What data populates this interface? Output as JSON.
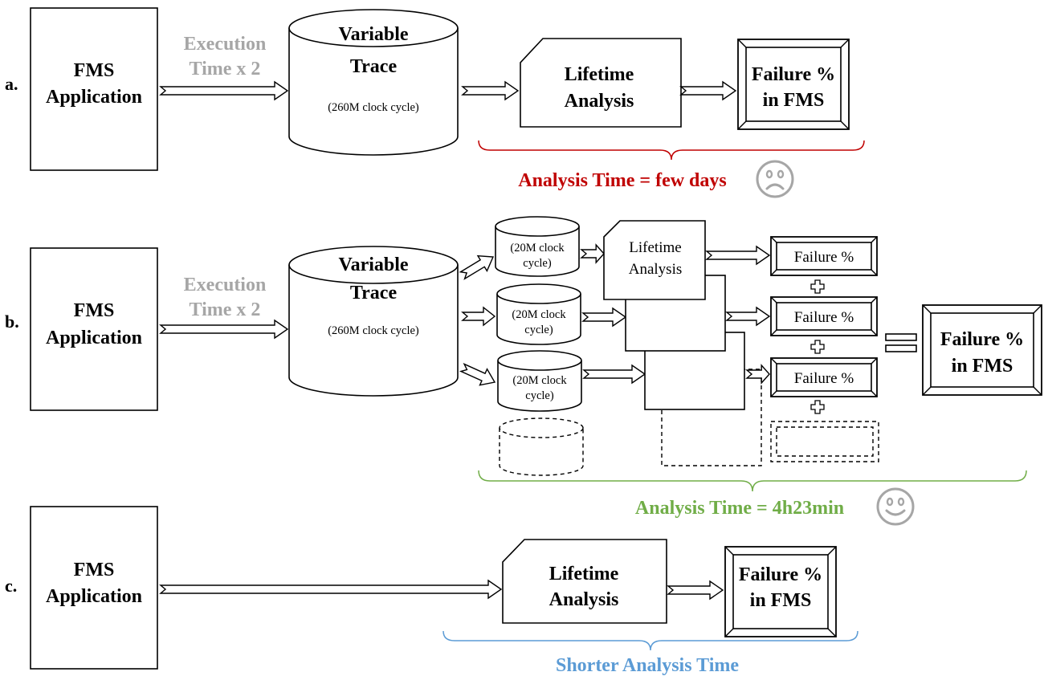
{
  "colors": {
    "ink": "#000000",
    "muted_gray": "#a6a6a6",
    "red": "#c00000",
    "green": "#70ad47",
    "blue": "#5b9bd5",
    "face_gray": "#a6a6a6"
  },
  "icons": {
    "sad": "sad-face-icon",
    "smile": "smiley-face-icon",
    "plus": "plus-icon",
    "equals": "equals-icon",
    "arrow": "block-arrow-icon"
  },
  "row_a": {
    "marker": "a.",
    "app": [
      "FMS",
      "Application"
    ],
    "execution": [
      "Execution",
      "Time x 2"
    ],
    "trace_title": [
      "Variable",
      "Trace"
    ],
    "trace_size": "(260M clock cycle)",
    "lifetime": [
      "Lifetime",
      "Analysis"
    ],
    "failure": [
      "Failure %",
      "in FMS"
    ],
    "analysis_time": "Analysis Time = few days"
  },
  "row_b": {
    "marker": "b.",
    "app": [
      "FMS",
      "Application"
    ],
    "execution": [
      "Execution",
      "Time x 2"
    ],
    "trace_title": [
      "Variable",
      "Trace"
    ],
    "trace_size": "(260M clock cycle)",
    "chunk": [
      "(20M clock",
      "cycle)"
    ],
    "lifetime": [
      "Lifetime",
      "Analysis"
    ],
    "failure_partial": "Failure %",
    "failure_total": [
      "Failure %",
      "in FMS"
    ],
    "analysis_time": "Analysis Time = 4h23min"
  },
  "row_c": {
    "marker": "c.",
    "app": [
      "FMS",
      "Application"
    ],
    "lifetime": [
      "Lifetime",
      "Analysis"
    ],
    "failure": [
      "Failure %",
      "in FMS"
    ],
    "analysis_time": "Shorter Analysis Time"
  }
}
